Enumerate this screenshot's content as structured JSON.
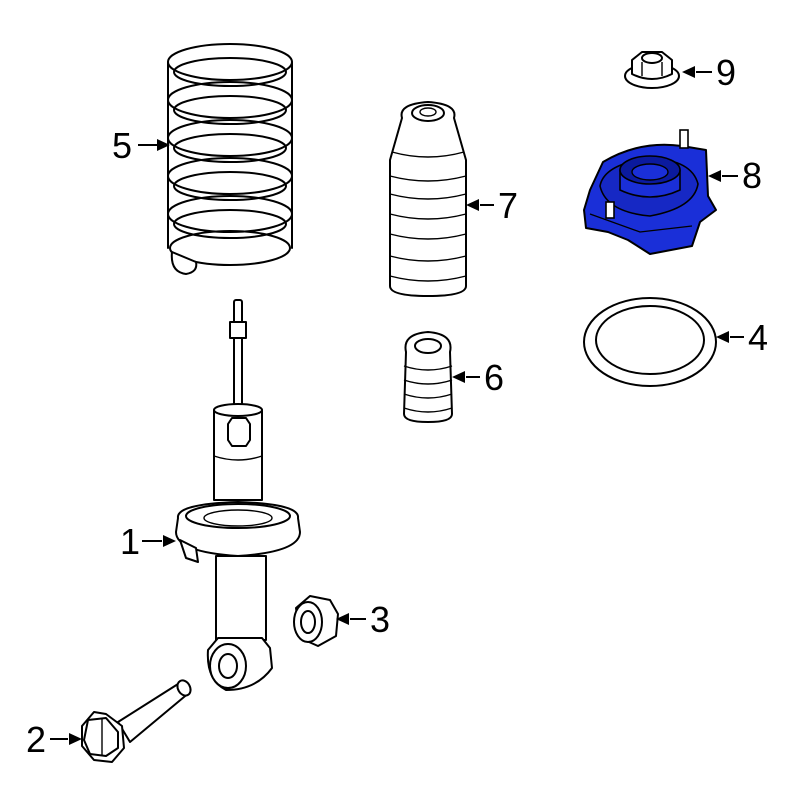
{
  "parts": [
    {
      "id": "shock-absorber",
      "callout": "1"
    },
    {
      "id": "bolt",
      "callout": "2"
    },
    {
      "id": "nut",
      "callout": "3"
    },
    {
      "id": "spring-insulator",
      "callout": "4"
    },
    {
      "id": "coil-spring",
      "callout": "5"
    },
    {
      "id": "bump-stop",
      "callout": "6"
    },
    {
      "id": "dust-boot",
      "callout": "7"
    },
    {
      "id": "strut-mount",
      "callout": "8",
      "highlighted": true
    },
    {
      "id": "mount-nut",
      "callout": "9"
    }
  ],
  "colors": {
    "line": "#000000",
    "background": "#ffffff",
    "highlight": "#1a2fd8",
    "highlight_dark": "#0b1a9e"
  }
}
